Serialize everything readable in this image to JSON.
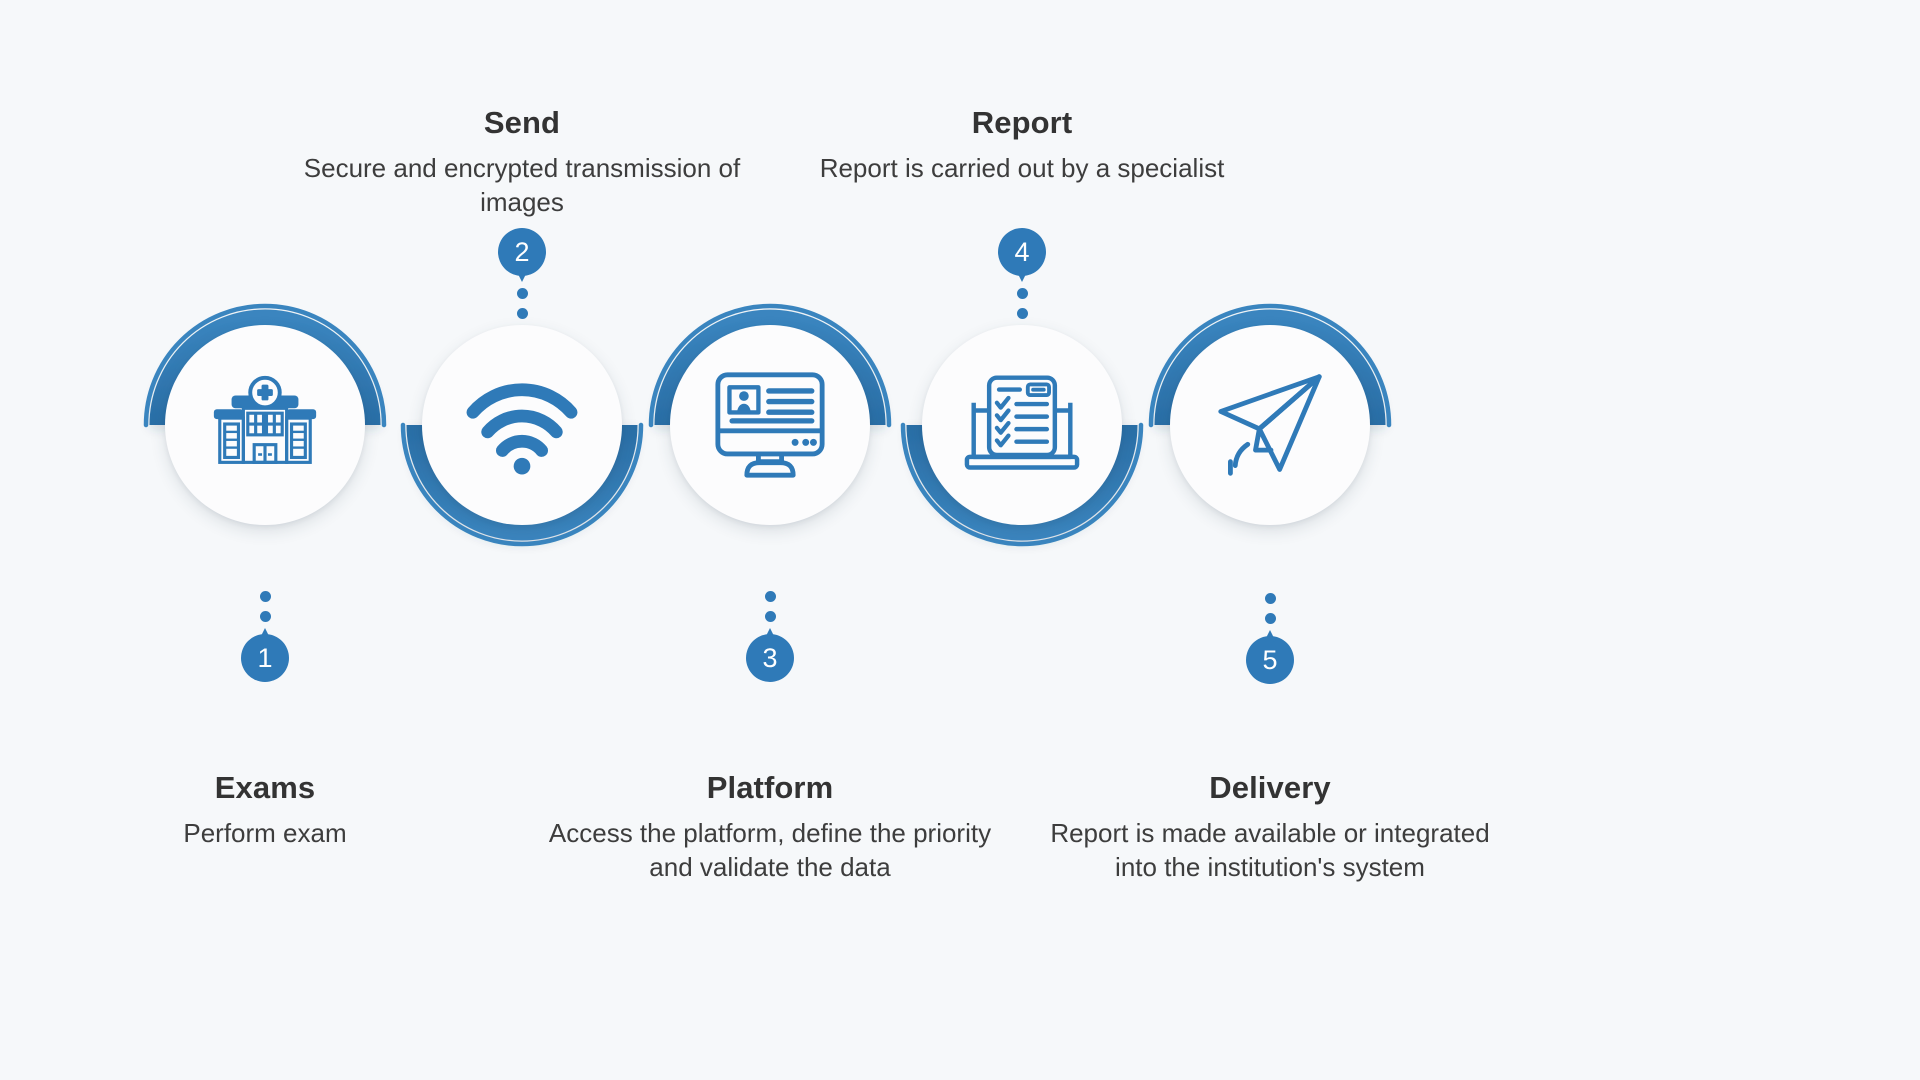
{
  "theme": {
    "background": "#f6f8fa",
    "accent": "#2f7ab8",
    "accent_dark": "#2b6ea6",
    "circle_fill": "#fcfcfd",
    "title_color": "#333333",
    "body_color": "#3d3d3d"
  },
  "diagram": {
    "type": "process-flow",
    "orientation": "horizontal",
    "step_count": 5,
    "layout_note": "serpentine wave connecting five circular icon nodes"
  },
  "steps": [
    {
      "number": "1",
      "title": "Exams",
      "description": "Perform exam",
      "icon": "hospital-icon",
      "label_position": "below",
      "arc_half": "top"
    },
    {
      "number": "2",
      "title": "Send",
      "description": "Secure and encrypted transmission of images",
      "icon": "wifi-signal-icon",
      "label_position": "above",
      "arc_half": "bottom"
    },
    {
      "number": "3",
      "title": "Platform",
      "description": "Access the platform, define the priority and validate the data",
      "icon": "desktop-monitor-icon",
      "label_position": "below",
      "arc_half": "top"
    },
    {
      "number": "4",
      "title": "Report",
      "description": "Report is carried out by a specialist",
      "icon": "checklist-laptop-icon",
      "label_position": "above",
      "arc_half": "bottom"
    },
    {
      "number": "5",
      "title": "Delivery",
      "description": "Report is made available or integrated into the institution's system",
      "icon": "paper-plane-icon",
      "label_position": "below",
      "arc_half": "top"
    }
  ]
}
